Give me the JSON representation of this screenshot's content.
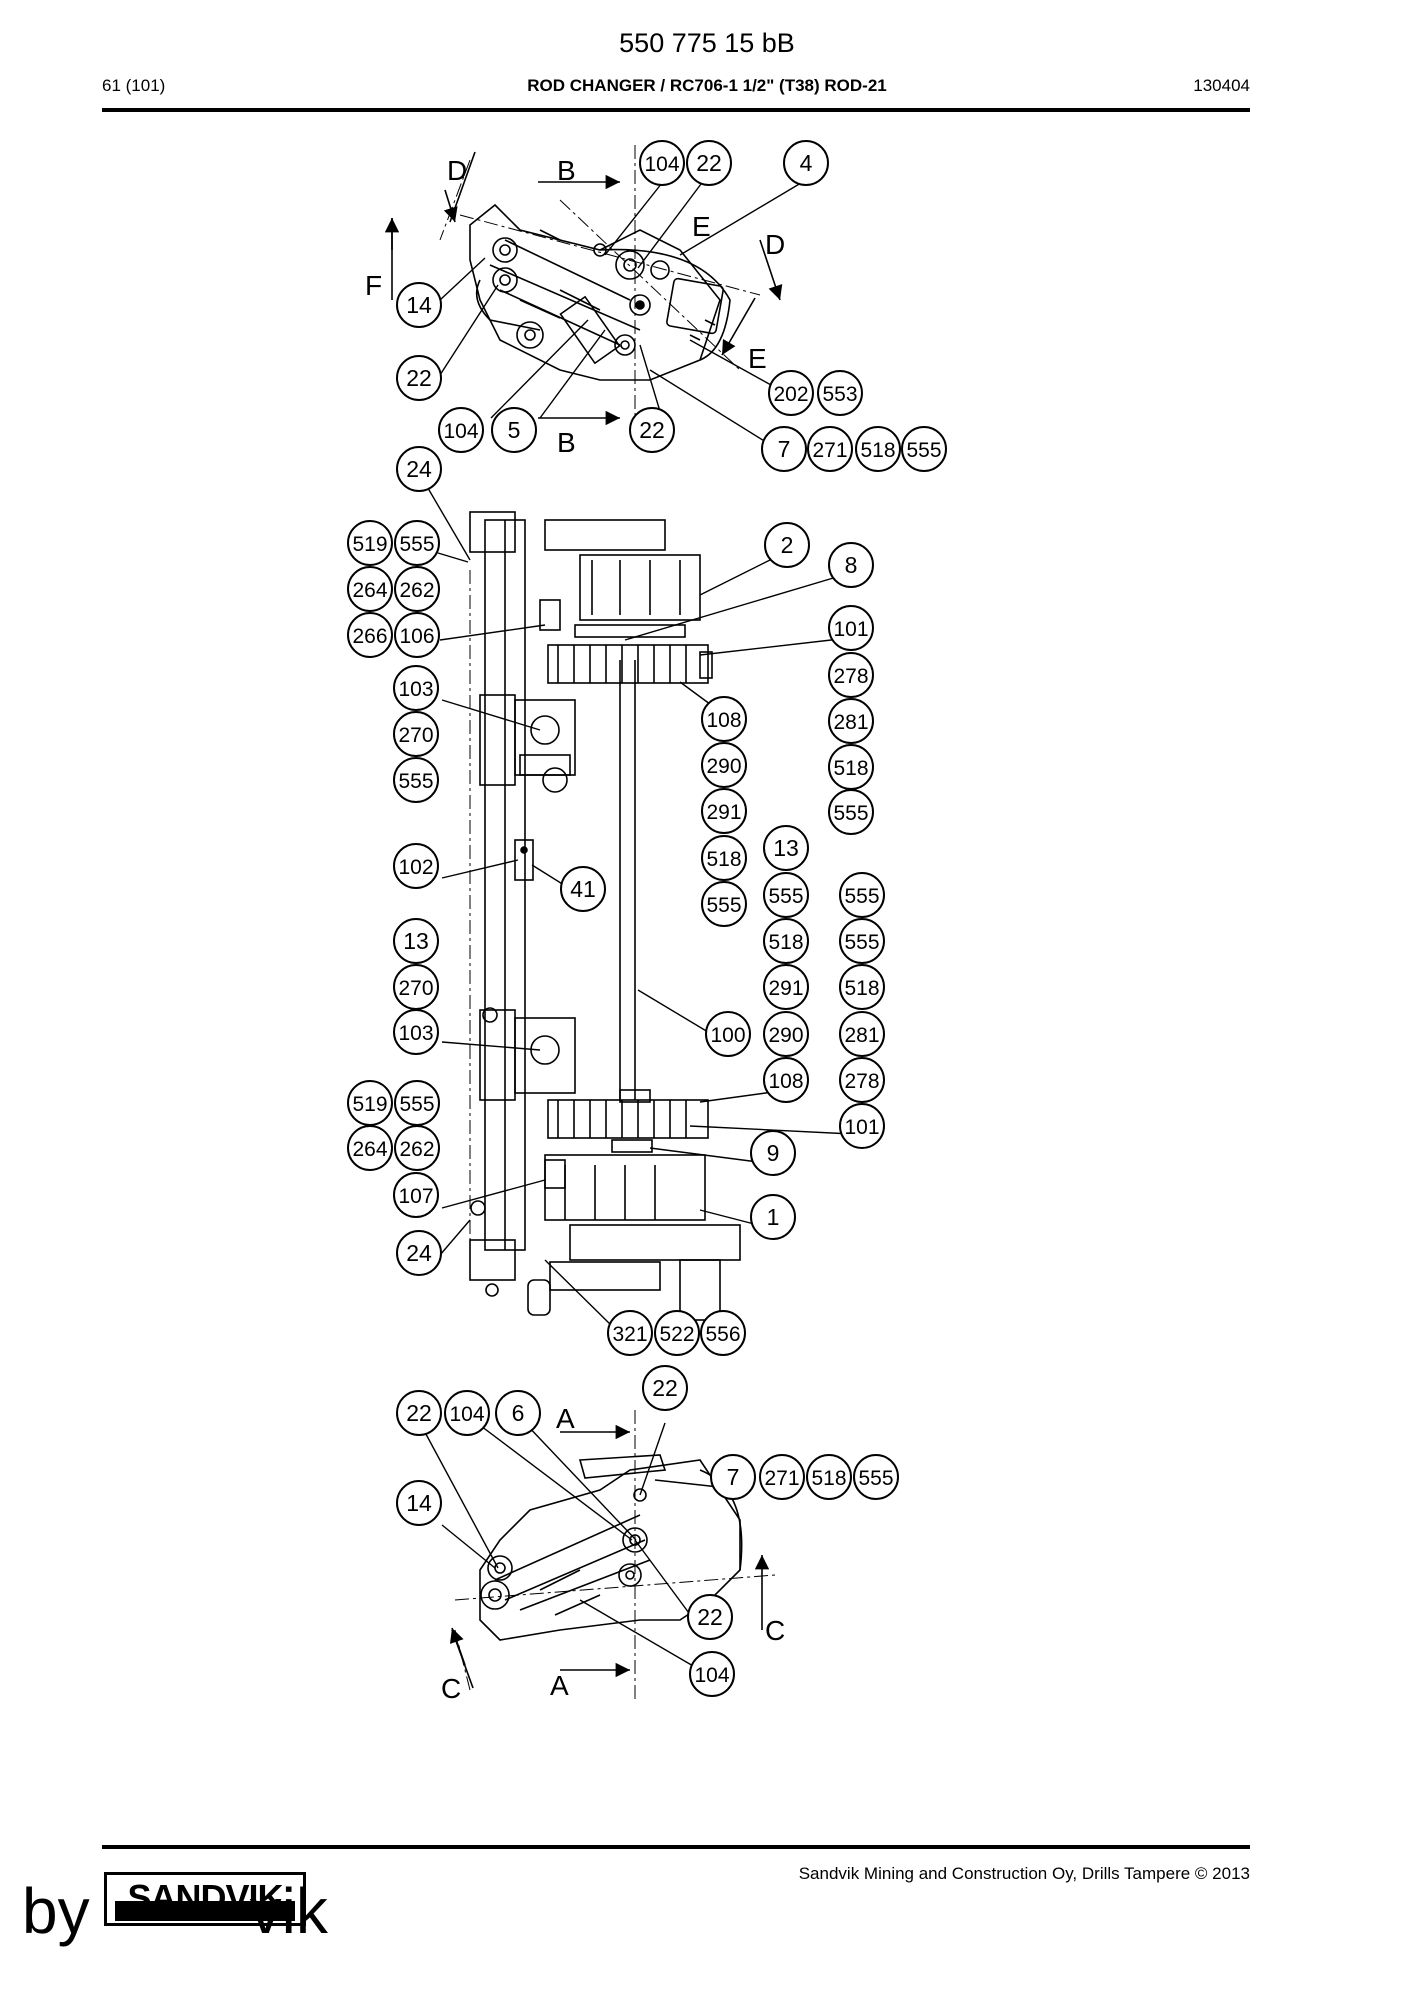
{
  "header": {
    "doc_number": "550 775 15 bB",
    "page": "61 (101)",
    "title": "ROD CHANGER / RC706-1 1/2\" (T38) ROD-21",
    "date": "130404"
  },
  "footer": {
    "copyright": "Sandvik Mining and Construction Oy, Drills Tampere © 2013",
    "logo_text": "SANDVIK",
    "byline": "by Sandvik"
  },
  "section_letters": [
    {
      "id": "D-top-left",
      "text": "D"
    },
    {
      "id": "B-top",
      "text": "B"
    },
    {
      "id": "E-top",
      "text": "E"
    },
    {
      "id": "D-right",
      "text": "D"
    },
    {
      "id": "F",
      "text": "F"
    },
    {
      "id": "E-right",
      "text": "E"
    },
    {
      "id": "B-bottom",
      "text": "B"
    },
    {
      "id": "A-top",
      "text": "A"
    },
    {
      "id": "C-right",
      "text": "C"
    },
    {
      "id": "C-left",
      "text": "C"
    },
    {
      "id": "A-bottom",
      "text": "A"
    }
  ],
  "part_callouts": [
    {
      "label": "104"
    },
    {
      "label": "22"
    },
    {
      "label": "4"
    },
    {
      "label": "14"
    },
    {
      "label": "22"
    },
    {
      "label": "202"
    },
    {
      "label": "553"
    },
    {
      "label": "104"
    },
    {
      "label": "5"
    },
    {
      "label": "22"
    },
    {
      "label": "7"
    },
    {
      "label": "271"
    },
    {
      "label": "518"
    },
    {
      "label": "555"
    },
    {
      "label": "24"
    },
    {
      "label": "519"
    },
    {
      "label": "555"
    },
    {
      "label": "2"
    },
    {
      "label": "8"
    },
    {
      "label": "264"
    },
    {
      "label": "262"
    },
    {
      "label": "266"
    },
    {
      "label": "106"
    },
    {
      "label": "101"
    },
    {
      "label": "278"
    },
    {
      "label": "103"
    },
    {
      "label": "108"
    },
    {
      "label": "281"
    },
    {
      "label": "270"
    },
    {
      "label": "290"
    },
    {
      "label": "518"
    },
    {
      "label": "555"
    },
    {
      "label": "291"
    },
    {
      "label": "555"
    },
    {
      "label": "13"
    },
    {
      "label": "102"
    },
    {
      "label": "518"
    },
    {
      "label": "41"
    },
    {
      "label": "555"
    },
    {
      "label": "555"
    },
    {
      "label": "13"
    },
    {
      "label": "555"
    },
    {
      "label": "518"
    },
    {
      "label": "555"
    },
    {
      "label": "270"
    },
    {
      "label": "291"
    },
    {
      "label": "518"
    },
    {
      "label": "103"
    },
    {
      "label": "100"
    },
    {
      "label": "290"
    },
    {
      "label": "281"
    },
    {
      "label": "519"
    },
    {
      "label": "555"
    },
    {
      "label": "108"
    },
    {
      "label": "278"
    },
    {
      "label": "101"
    },
    {
      "label": "264"
    },
    {
      "label": "262"
    },
    {
      "label": "9"
    },
    {
      "label": "107"
    },
    {
      "label": "1"
    },
    {
      "label": "24"
    },
    {
      "label": "321"
    },
    {
      "label": "522"
    },
    {
      "label": "556"
    },
    {
      "label": "22"
    },
    {
      "label": "22"
    },
    {
      "label": "104"
    },
    {
      "label": "6"
    },
    {
      "label": "7"
    },
    {
      "label": "271"
    },
    {
      "label": "518"
    },
    {
      "label": "555"
    },
    {
      "label": "14"
    },
    {
      "label": "22"
    },
    {
      "label": "104"
    }
  ]
}
